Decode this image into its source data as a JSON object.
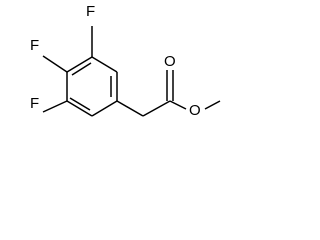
{
  "molecule": {
    "atoms": {
      "f_top": "F",
      "f_middle": "F",
      "f_bottom": "F",
      "o_carbonyl": "O",
      "o_ester": "O"
    },
    "colors": {
      "bond": "#000000",
      "label": "#000000",
      "background": "#ffffff"
    }
  }
}
